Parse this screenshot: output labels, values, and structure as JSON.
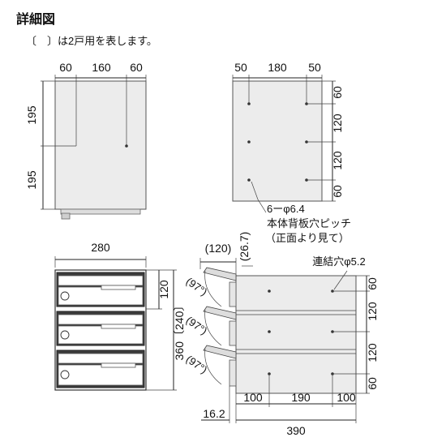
{
  "title": "詳細図",
  "note": "〔　〕は2戸用を表します。",
  "front_view": {
    "width_segments": [
      "60",
      "160",
      "60"
    ],
    "height_segments": [
      "195",
      "195"
    ]
  },
  "back_panel": {
    "width_segments": [
      "50",
      "180",
      "50"
    ],
    "height_segments": [
      "60",
      "120",
      "120",
      "60"
    ],
    "hole_label": "6ーφ6.4",
    "pitch_label_1": "本体背板穴ピッチ",
    "pitch_label_2": "（正面より見て）"
  },
  "unit_front": {
    "width": "280",
    "height_right_small": "120",
    "height_total": "360〔240〕"
  },
  "unit_side": {
    "top_depth": "(120)",
    "top_offset": "(26.7)",
    "door_angle": "(97°)",
    "link_hole": "連結穴φ5.2",
    "right_segments": [
      "60",
      "120",
      "120",
      "60"
    ],
    "bottom_segments": [
      "100",
      "190",
      "100"
    ],
    "bottom_offset": "16.2",
    "bottom_total": "390"
  }
}
